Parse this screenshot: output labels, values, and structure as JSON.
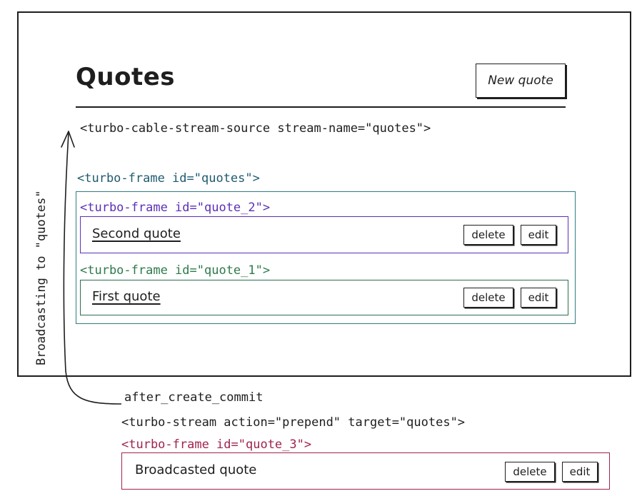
{
  "page": {
    "title": "Quotes",
    "new_quote_button": "New quote",
    "stream_source_tag": "<turbo-cable-stream-source stream-name=\"quotes\">"
  },
  "frames": {
    "outer_tag": "<turbo-frame id=\"quotes\">",
    "quote_2": {
      "tag": "<turbo-frame id=\"quote_2\">",
      "text": "Second quote",
      "delete_label": "delete",
      "edit_label": "edit"
    },
    "quote_1": {
      "tag": "<turbo-frame id=\"quote_1\">",
      "text": "First quote",
      "delete_label": "delete",
      "edit_label": "edit"
    }
  },
  "broadcast": {
    "side_label": "Broadcasting to \"quotes\"",
    "callback": "after_create_commit",
    "stream_tag": "<turbo-stream action=\"prepend\" target=\"quotes\">",
    "quote_3": {
      "tag": "<turbo-frame id=\"quote_3\">",
      "text": "Broadcasted quote",
      "delete_label": "delete",
      "edit_label": "edit"
    }
  },
  "colors": {
    "outer_frame": "#2f7d86",
    "quote_2": "#5b30b5",
    "quote_1": "#2c6e4f",
    "quote_3": "#a0244e",
    "ink": "#1e1e1e"
  }
}
